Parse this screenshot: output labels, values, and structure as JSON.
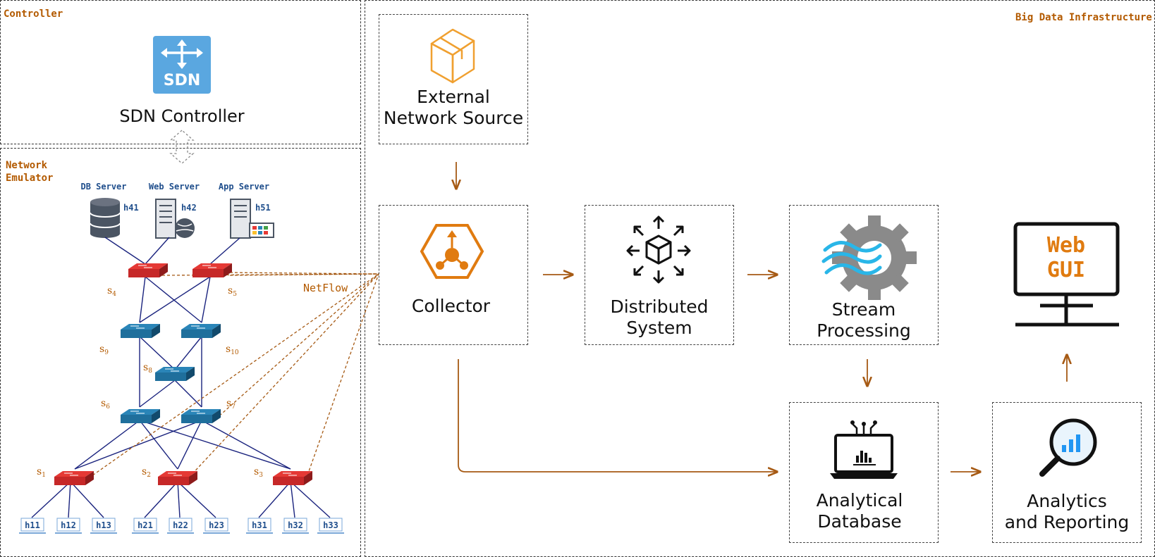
{
  "panels": {
    "controller": "Controller",
    "network_emulator_line1": "Network",
    "network_emulator_line2": "Emulator",
    "big_data": "Big Data Infrastructure"
  },
  "sdn": {
    "icon_text": "SDN",
    "label": "SDN Controller"
  },
  "servers": {
    "db": {
      "title": "DB Server",
      "host": "h41"
    },
    "web": {
      "title": "Web Server",
      "host": "h42"
    },
    "app": {
      "title": "App Server",
      "host": "h51"
    }
  },
  "switches": {
    "s4": "4",
    "s5": "5",
    "s9": "9",
    "s10": "10",
    "s8": "8",
    "s6": "6",
    "s7": "7",
    "s1": "1",
    "s2": "2",
    "s3": "3",
    "prefix": "s"
  },
  "hosts": [
    "h11",
    "h12",
    "h13",
    "h21",
    "h22",
    "h23",
    "h31",
    "h32",
    "h33"
  ],
  "netflow_label": "NetFlow",
  "nodes": {
    "external_line1": "External",
    "external_line2": "Network Source",
    "collector": "Collector",
    "distributed_line1": "Distributed",
    "distributed_line2": "System",
    "stream_line1": "Stream",
    "stream_line2": "Processing",
    "analytical_db_line1": "Analytical",
    "analytical_db_line2": "Database",
    "analytics_line1": "Analytics",
    "analytics_line2": "and Reporting",
    "webgui_line1": "Web",
    "webgui_line2": "GUI"
  },
  "colors": {
    "accent_orange": "#b35a00",
    "switch_red": "#d01c1c",
    "switch_blue": "#1f6f9c",
    "link_navy": "#1a237e",
    "sdn_blue": "#5aa7e0",
    "collector_orange": "#e07b10"
  }
}
